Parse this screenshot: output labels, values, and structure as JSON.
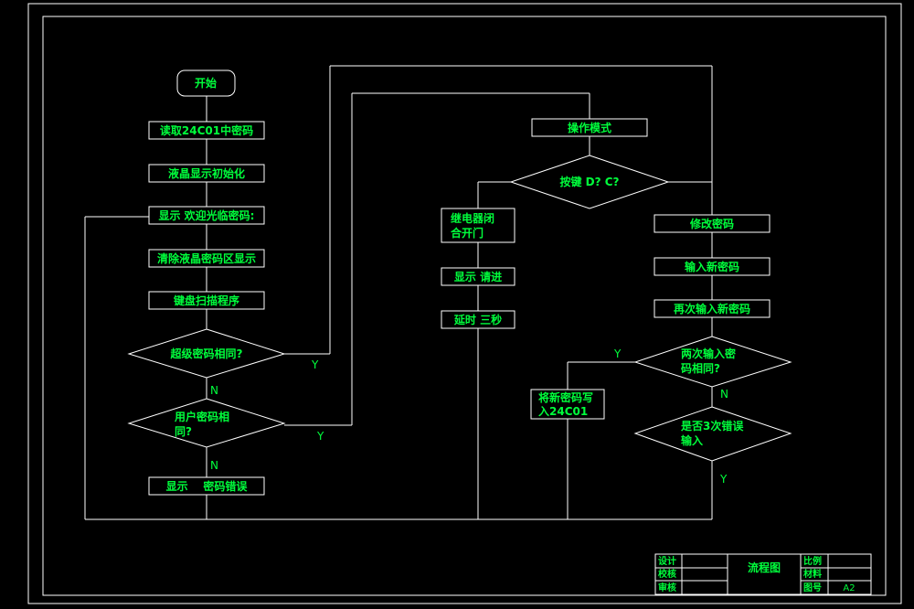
{
  "nodes": {
    "start": "开始",
    "read_pwd": "读取24C01中密码",
    "lcd_init": "液晶显示初始化",
    "show_welcome": "显示 欢迎光临密码:",
    "clear_lcd": "清除液晶密码区显示",
    "key_scan": "键盘扫描程序",
    "super_pwd_line1": "超级密码相同?",
    "user_pwd_line1": "用户密码相",
    "user_pwd_line2": "同?",
    "show_error": "显示    密码错误",
    "op_mode": "操作模式",
    "press_key": "按键 D? C?",
    "relay_line1": "继电器闭",
    "relay_line2": "合开门",
    "show_enter": "显示 请进",
    "delay": "延时 三秒",
    "modify_pwd": "修改密码",
    "input_new": "输入新密码",
    "input_again": "再次输入新密码",
    "twice_same_line1": "两次输入密",
    "twice_same_line2": "码相同?",
    "write_line1": "将新密码写",
    "write_line2": "入24C01",
    "three_err_line1": "是否3次错误",
    "three_err_line2": "输入"
  },
  "labels": {
    "y1": "Y",
    "n1": "N",
    "y2": "Y",
    "n2": "N",
    "y3": "Y",
    "n3": "N",
    "y4": "Y"
  },
  "title_block": {
    "design": "设计",
    "proofread": "校核",
    "review": "审核",
    "title": "流程图",
    "scale": "比例",
    "material": "材料",
    "drawing_no": "图号",
    "size": "A2"
  },
  "colors": {
    "background": "#000000",
    "lines": "#ffffff",
    "text": "#00ff3c"
  }
}
